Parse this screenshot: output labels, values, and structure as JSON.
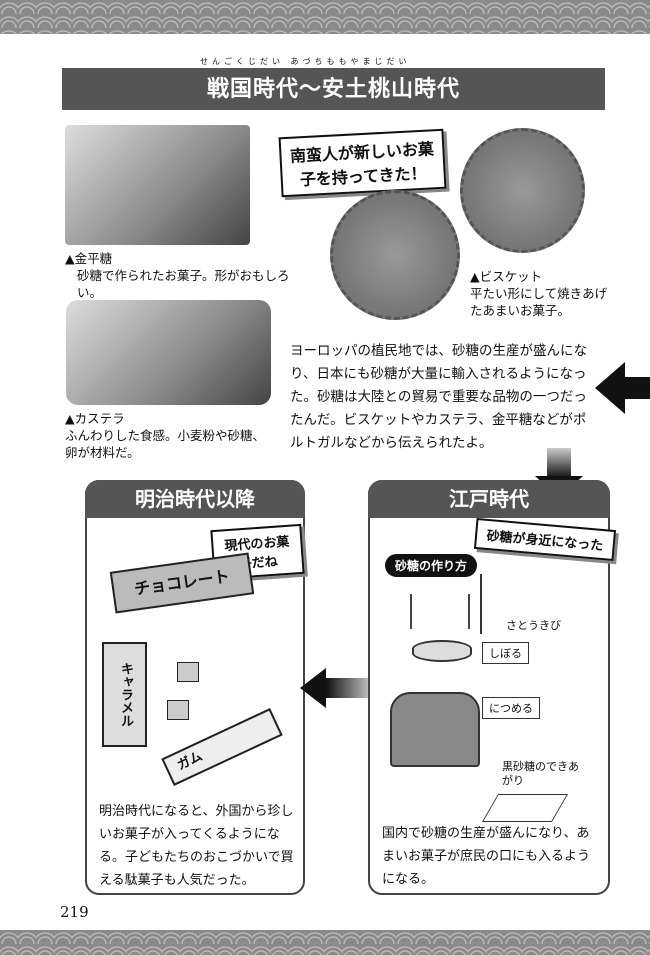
{
  "title": {
    "text": "戦国時代〜安土桃山時代",
    "ruby": "せんごくじだい あづちももやまじだい"
  },
  "photos": {
    "konpeito": {
      "name": "▲金平糖",
      "desc": "砂糖で作られたお菓子。形がおもしろい。"
    },
    "castella": {
      "name": "▲カステラ",
      "desc": "ふんわりした食感。小麦粉や砂糖、卵が材料だ。"
    },
    "biscuit": {
      "name": "▲ビスケット",
      "desc": "平たい形にして焼きあげたあまいお菓子。"
    }
  },
  "bubble_nanban": "南蛮人が新しいお菓子を持ってきた！",
  "main_paragraph": "ヨーロッパの植民地では、砂糖の生産が盛んになり、日本にも砂糖が大量に輸入されるようになった。砂糖は大陸との貿易で重要な品物の一つだったんだ。ビスケットやカステラ、金平糖などがポルトガルなどから伝えられたよ。",
  "meiji": {
    "header": "明治時代以降",
    "bubble": "現代のお菓子だね",
    "choco": "チョコレート",
    "caramel": "キャラメル",
    "gum": "ガム",
    "text": "明治時代になると、外国から珍しいお菓子が入ってくるようになる。子どもたちのおこづかいで買える駄菓子も人気だった。"
  },
  "edo": {
    "header": "江戸時代",
    "bubble": "砂糖が身近になった",
    "how_to": "砂糖の作り方",
    "sugarcane": "さとうきび",
    "squeeze": "しぼる",
    "boil": "につめる",
    "result": "黒砂糖のできあがり",
    "text": "国内で砂糖の生産が盛んになり、あまいお菓子が庶民の口にも入るようになる。"
  },
  "page_number": "219"
}
